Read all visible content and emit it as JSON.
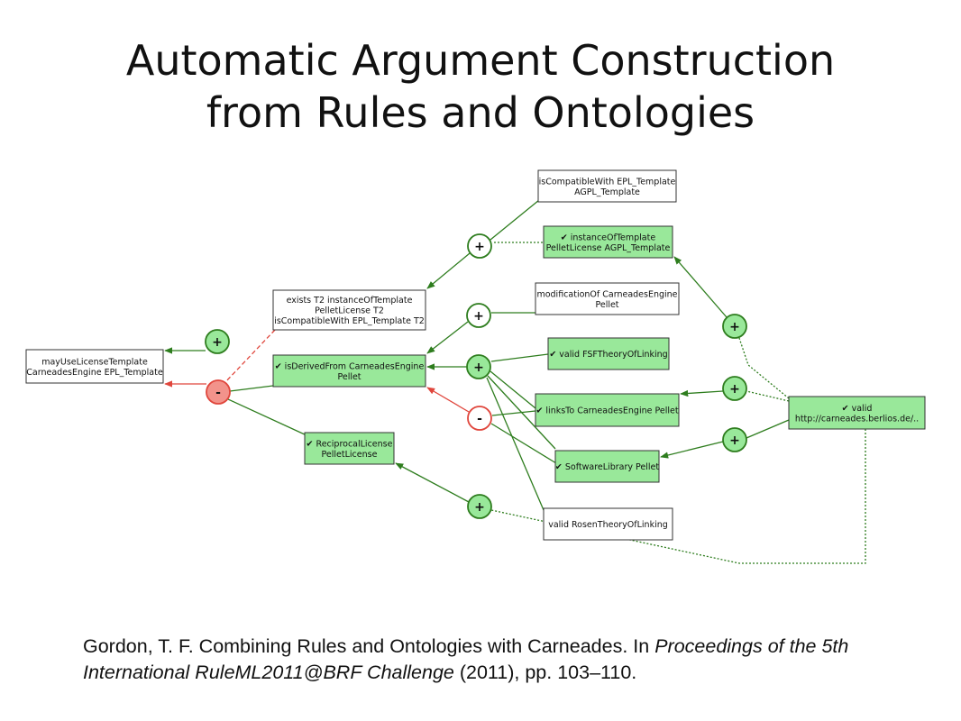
{
  "title": {
    "line1": "Automatic Argument Construction",
    "line2": "from Rules and Ontologies"
  },
  "colors": {
    "pro": "#2e7d1e",
    "con": "#e0463c",
    "accepted_fill": "#99e89a",
    "con_fill": "#f2938b"
  },
  "diagram": {
    "statements": [
      {
        "id": "s_compat_agpl",
        "lines": [
          "isCompatibleWith EPL_Template",
          "AGPL_Template"
        ],
        "accepted": false
      },
      {
        "id": "s_instance_agpl",
        "lines": [
          "✔ instanceOfTemplate",
          "PelletLicense AGPL_Template"
        ],
        "accepted": true
      },
      {
        "id": "s_exists",
        "lines": [
          "exists T2 instanceOfTemplate",
          "PelletLicense T2",
          "isCompatibleWith EPL_Template T2"
        ],
        "accepted": false
      },
      {
        "id": "s_modification",
        "lines": [
          "modificationOf CarneadesEngine",
          "Pellet"
        ],
        "accepted": false
      },
      {
        "id": "s_fsf",
        "lines": [
          "✔ valid FSFTheoryOfLinking"
        ],
        "accepted": true
      },
      {
        "id": "s_mayuse",
        "lines": [
          "mayUseLicenseTemplate",
          "CarneadesEngine EPL_Template"
        ],
        "accepted": false
      },
      {
        "id": "s_derived",
        "lines": [
          "✔ isDerivedFrom CarneadesEngine",
          "Pellet"
        ],
        "accepted": true
      },
      {
        "id": "s_links",
        "lines": [
          "✔ linksTo CarneadesEngine Pellet"
        ],
        "accepted": true
      },
      {
        "id": "s_valid_url",
        "lines": [
          "✔ valid",
          "http://carneades.berlios.de/.."
        ],
        "accepted": true
      },
      {
        "id": "s_reciprocal",
        "lines": [
          "✔ ReciprocalLicense",
          "PelletLicense"
        ],
        "accepted": true
      },
      {
        "id": "s_softlib",
        "lines": [
          "✔ SoftwareLibrary Pellet"
        ],
        "accepted": true
      },
      {
        "id": "s_rosen",
        "lines": [
          "valid RosenTheoryOfLinking"
        ],
        "accepted": false
      }
    ],
    "arguments": [
      {
        "id": "a1",
        "sign": "+",
        "type": "pro"
      },
      {
        "id": "a2",
        "sign": "-",
        "type": "con"
      },
      {
        "id": "a3",
        "sign": "+",
        "type": "pro"
      },
      {
        "id": "a4",
        "sign": "+",
        "type": "pro"
      },
      {
        "id": "a5",
        "sign": "+",
        "type": "pro"
      },
      {
        "id": "a6",
        "sign": "-",
        "type": "con"
      },
      {
        "id": "a7",
        "sign": "+",
        "type": "pro"
      },
      {
        "id": "a8",
        "sign": "+",
        "type": "pro"
      },
      {
        "id": "a9",
        "sign": "+",
        "type": "pro"
      },
      {
        "id": "a10",
        "sign": "+",
        "type": "pro"
      }
    ]
  },
  "citation": {
    "part1": "Gordon, T. F. Combining Rules and Ontologies with Carneades. In ",
    "italic": "Proceedings of the 5th International RuleML2011@BRF Challenge",
    "part2": " (2011), pp. 103–110."
  }
}
